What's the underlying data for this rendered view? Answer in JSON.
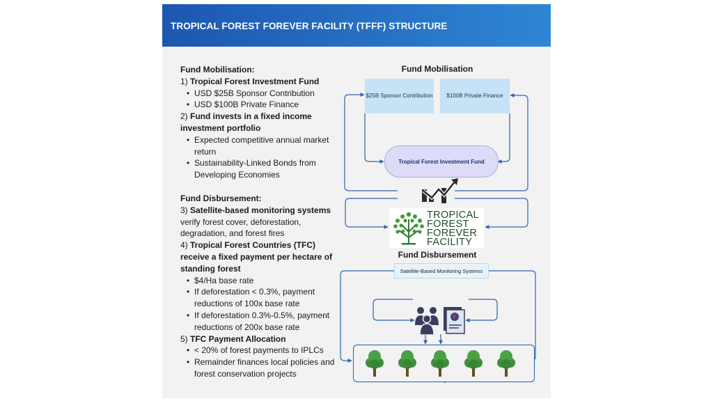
{
  "header": {
    "title": "TROPICAL FOREST FOREVER FACILITY (TFFF) STRUCTURE"
  },
  "left_text": {
    "mobilisation_heading": "Fund Mobilisation:",
    "item1_num": "1) ",
    "item1_title": "Tropical Forest Investment Fund",
    "item1_bullets": [
      "USD $25B Sponsor Contribution",
      "USD $100B Private Finance"
    ],
    "item2_num": "2) ",
    "item2_title": "Fund invests in a fixed income investment portfolio",
    "item2_bullets": [
      "Expected competitive annual market return",
      "Sustainability-Linked Bonds from Developing Economies"
    ],
    "disbursement_heading": "Fund Disbursement:",
    "item3_num": "3) ",
    "item3_title": "Satellite-based monitoring systems",
    "item3_rest": " verify forest cover, deforestation, degradation, and forest fires",
    "item4_num": "4) ",
    "item4_title": "Tropical Forest Countries (TFC) receive a fixed payment per hectare of standing forest",
    "item4_bullets": [
      "$4/Ha base rate",
      "If deforestation < 0.3%, payment reductions of 100x base rate",
      "If deforestation 0.3%-0.5%, payment reductions of 200x base rate"
    ],
    "item5_num": "5) ",
    "item5_title": "TFC Payment Allocation",
    "item5_bullets": [
      "< 20% of forest payments to IPLCs",
      "Remainder finances local policies and forest conservation projects"
    ]
  },
  "diagram": {
    "mobilisation_title": "Fund Mobilisation",
    "sponsor_box": "$25B Sponsor Contribution",
    "private_box": "$100B Private Finance",
    "fund_label": "Tropical Forest Investment Fund",
    "logo_text": [
      "TROPICAL",
      "FOREST",
      "FOREVER",
      "FACILITY"
    ],
    "disbursement_title": "Fund Disbursement",
    "satellite_label": "Satellite-Based Monitoring Systems",
    "icons": [
      "growth-chart-icon",
      "tree-logo-icon",
      "people-group-icon",
      "report-document-icon",
      "tree-icon"
    ],
    "colors": {
      "header_start": "#1d57b0",
      "header_end": "#2e86d4",
      "box_fill": "#c6e2f7",
      "pill_fill": "#dcdcf8",
      "arrow": "#2c62ad",
      "tree_green": "#3f8f3a",
      "logo_green": "#1e4d28"
    }
  }
}
